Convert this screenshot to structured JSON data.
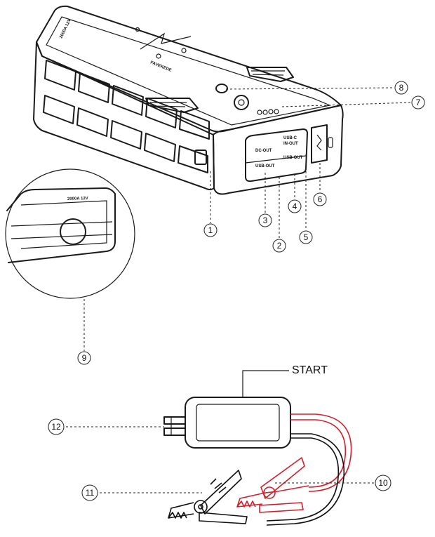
{
  "device": {
    "brand": "FAVEKEDE",
    "capacity_label": "2000A 12V",
    "ports": {
      "dc_out": "DC-OUT",
      "usb_out_left": "USB-OUT",
      "usbc_line1": "USB-C",
      "usbc_line2": "IN-OUT",
      "usb_out_right": "USB-OUT"
    }
  },
  "zoom_detail": {
    "capacity_label": "2000A 12V"
  },
  "clamp_box": {
    "start_label": "START"
  },
  "callouts": [
    "1",
    "2",
    "3",
    "4",
    "5",
    "6",
    "7",
    "8",
    "9",
    "10",
    "11",
    "12"
  ],
  "colors": {
    "positive_cable": "#d21f2b",
    "negative_cable": "#111111",
    "line": "#1a1a1a"
  }
}
